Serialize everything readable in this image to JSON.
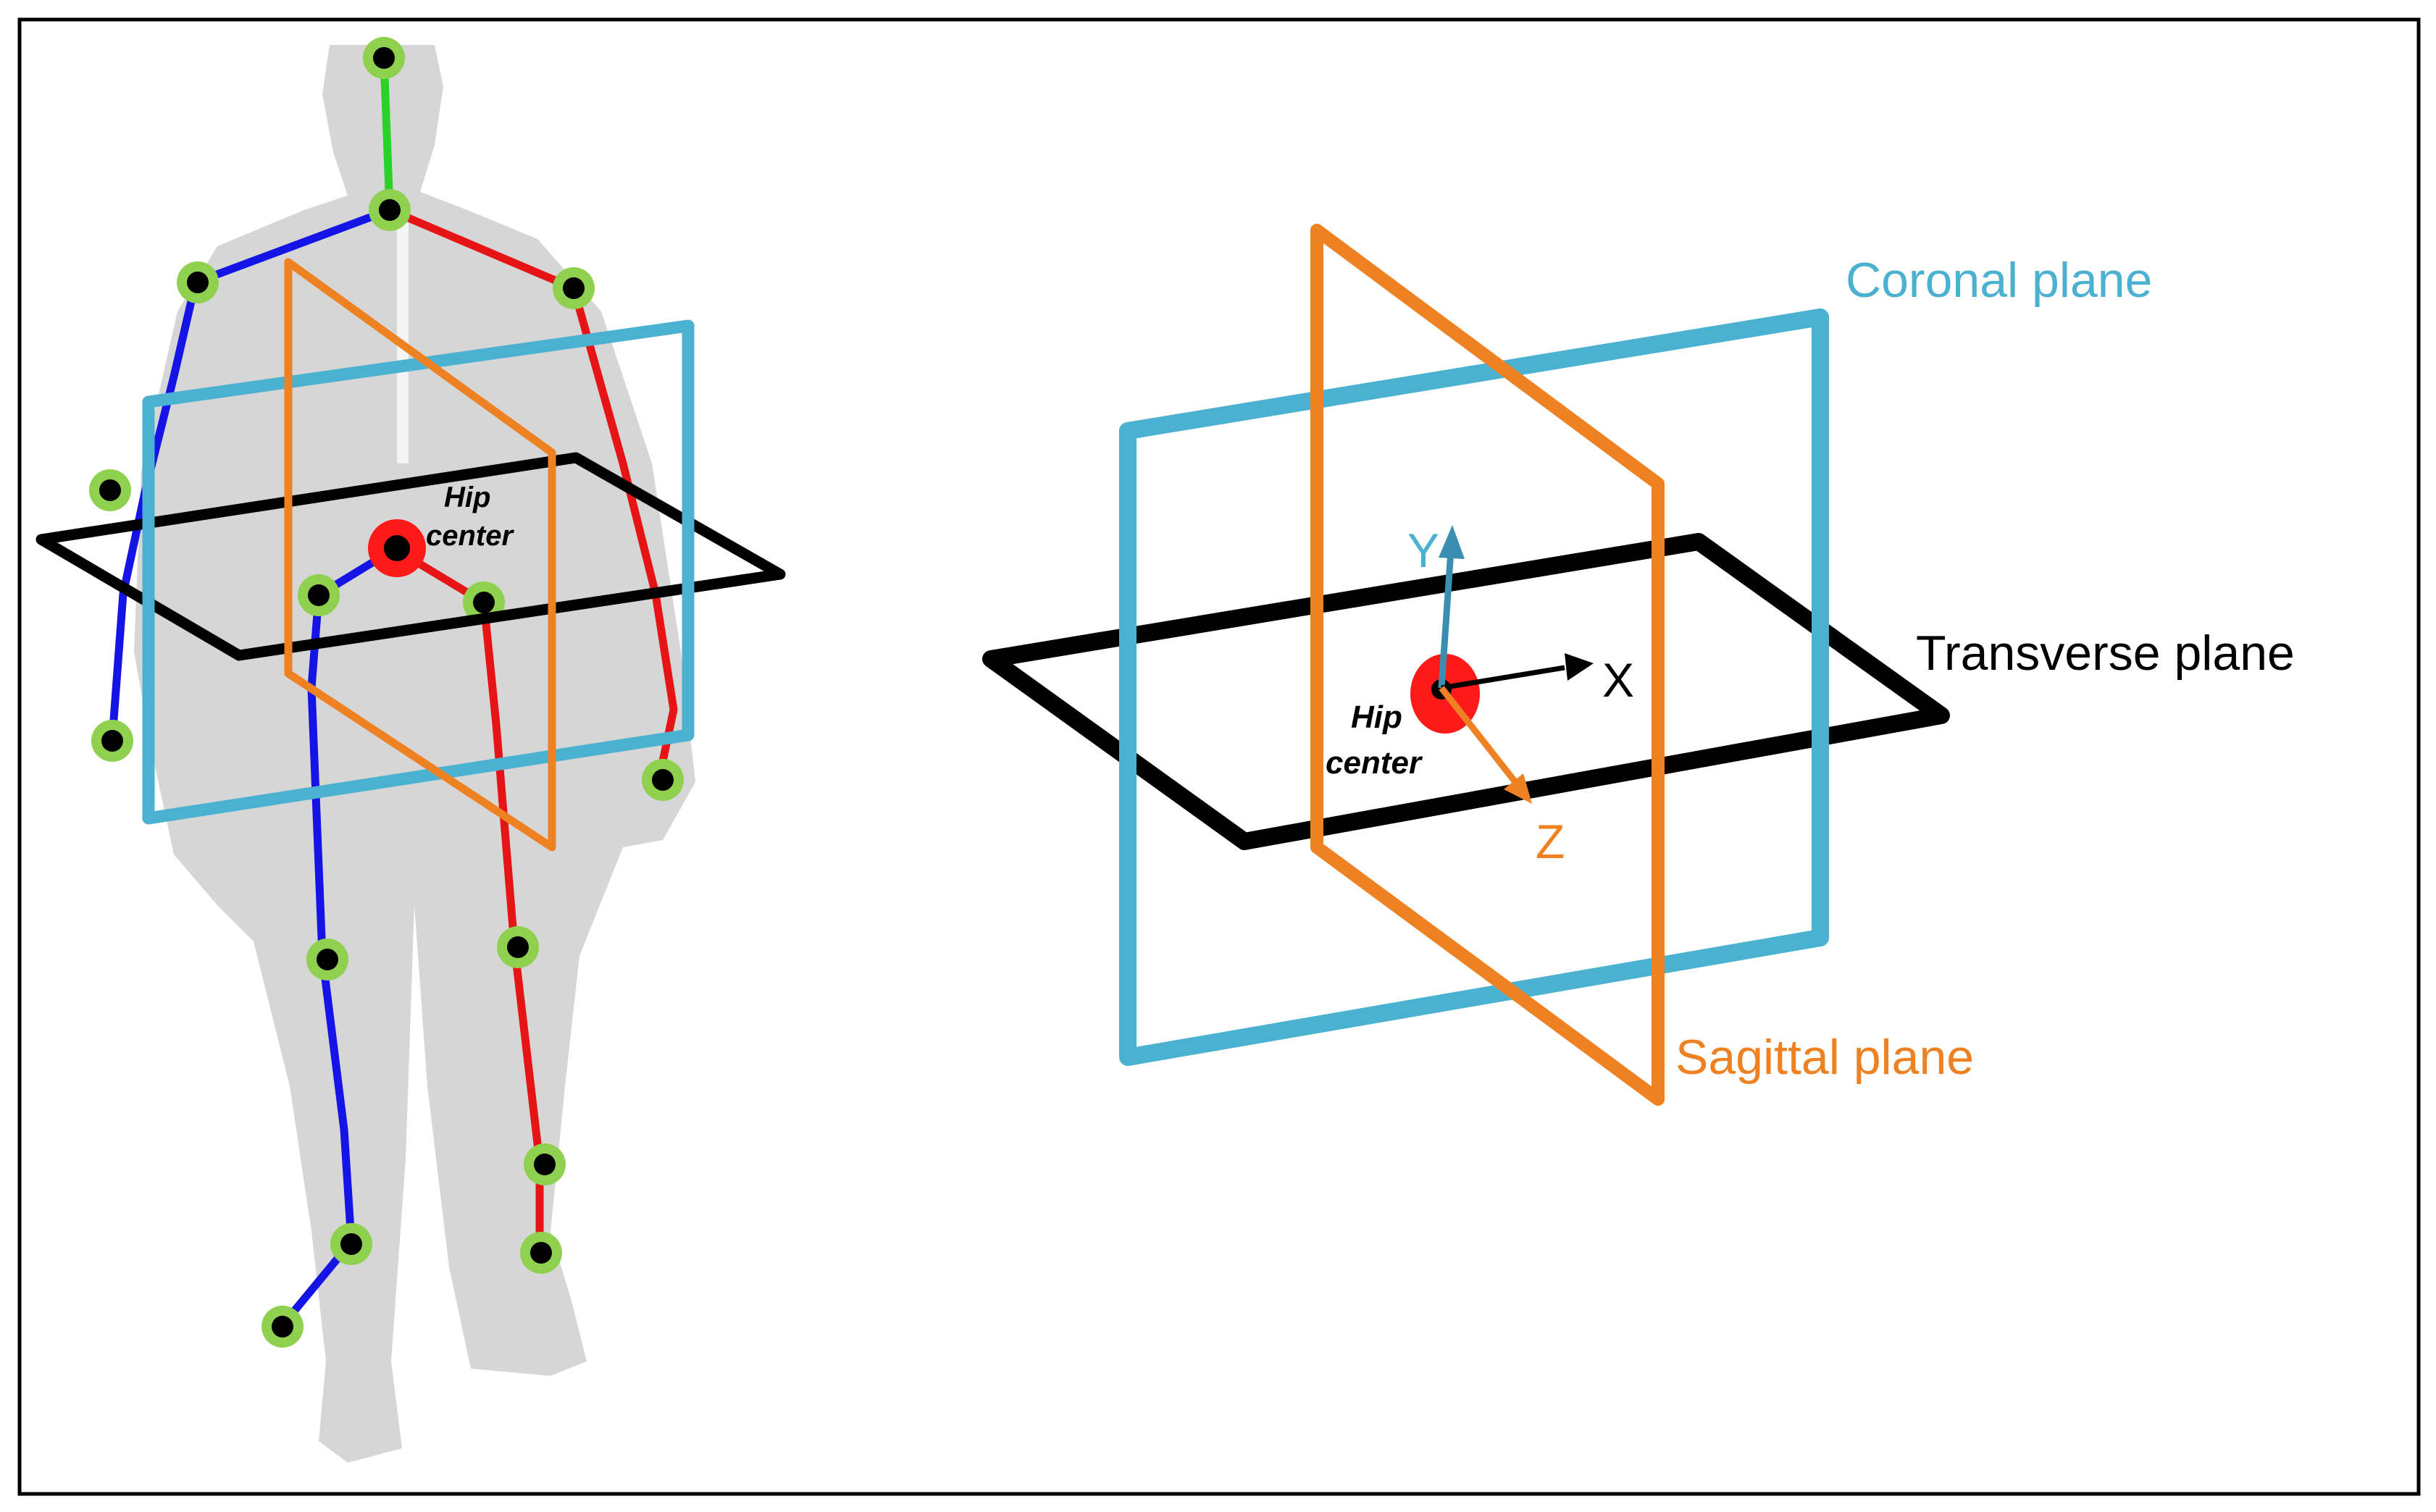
{
  "figure": {
    "left_panel": {
      "hip_label_line1": "Hip",
      "hip_label_line2": "center"
    },
    "right_panel": {
      "coronal_label": "Coronal plane",
      "transverse_label": "Transverse plane",
      "sagittal_label": "Sagittal plane",
      "hip_label_line1": "Hip",
      "hip_label_line2": "center",
      "axis_x": "X",
      "axis_y": "Y",
      "axis_z": "Z"
    }
  },
  "colors": {
    "coronal": "#4ab1d1",
    "sagittal": "#ee8122",
    "transverse": "#000000",
    "left_limbs": "#1414e6",
    "right_limbs": "#e61414",
    "neck": "#28d228",
    "joint_ring": "#8fd14f",
    "hip_center": "#ff1a1a",
    "silhouette": "#d4d4d4"
  }
}
